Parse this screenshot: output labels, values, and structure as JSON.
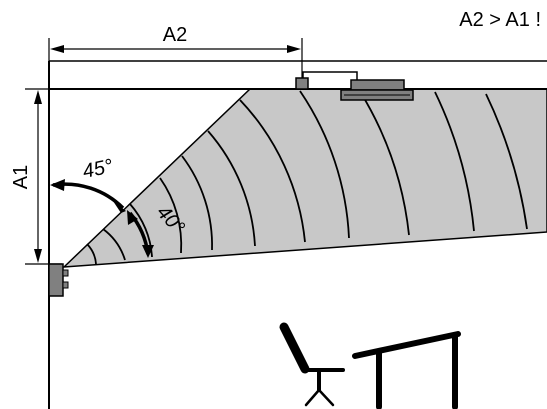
{
  "labels": {
    "dim_horizontal": "A2",
    "dim_vertical": "A1",
    "note": "A2 > A1 !",
    "angle_outer": "45°",
    "angle_inner": "40°"
  },
  "colors": {
    "coverage_fill": "#c8c8c8",
    "detector_fill": "#808080",
    "line": "#000000"
  }
}
